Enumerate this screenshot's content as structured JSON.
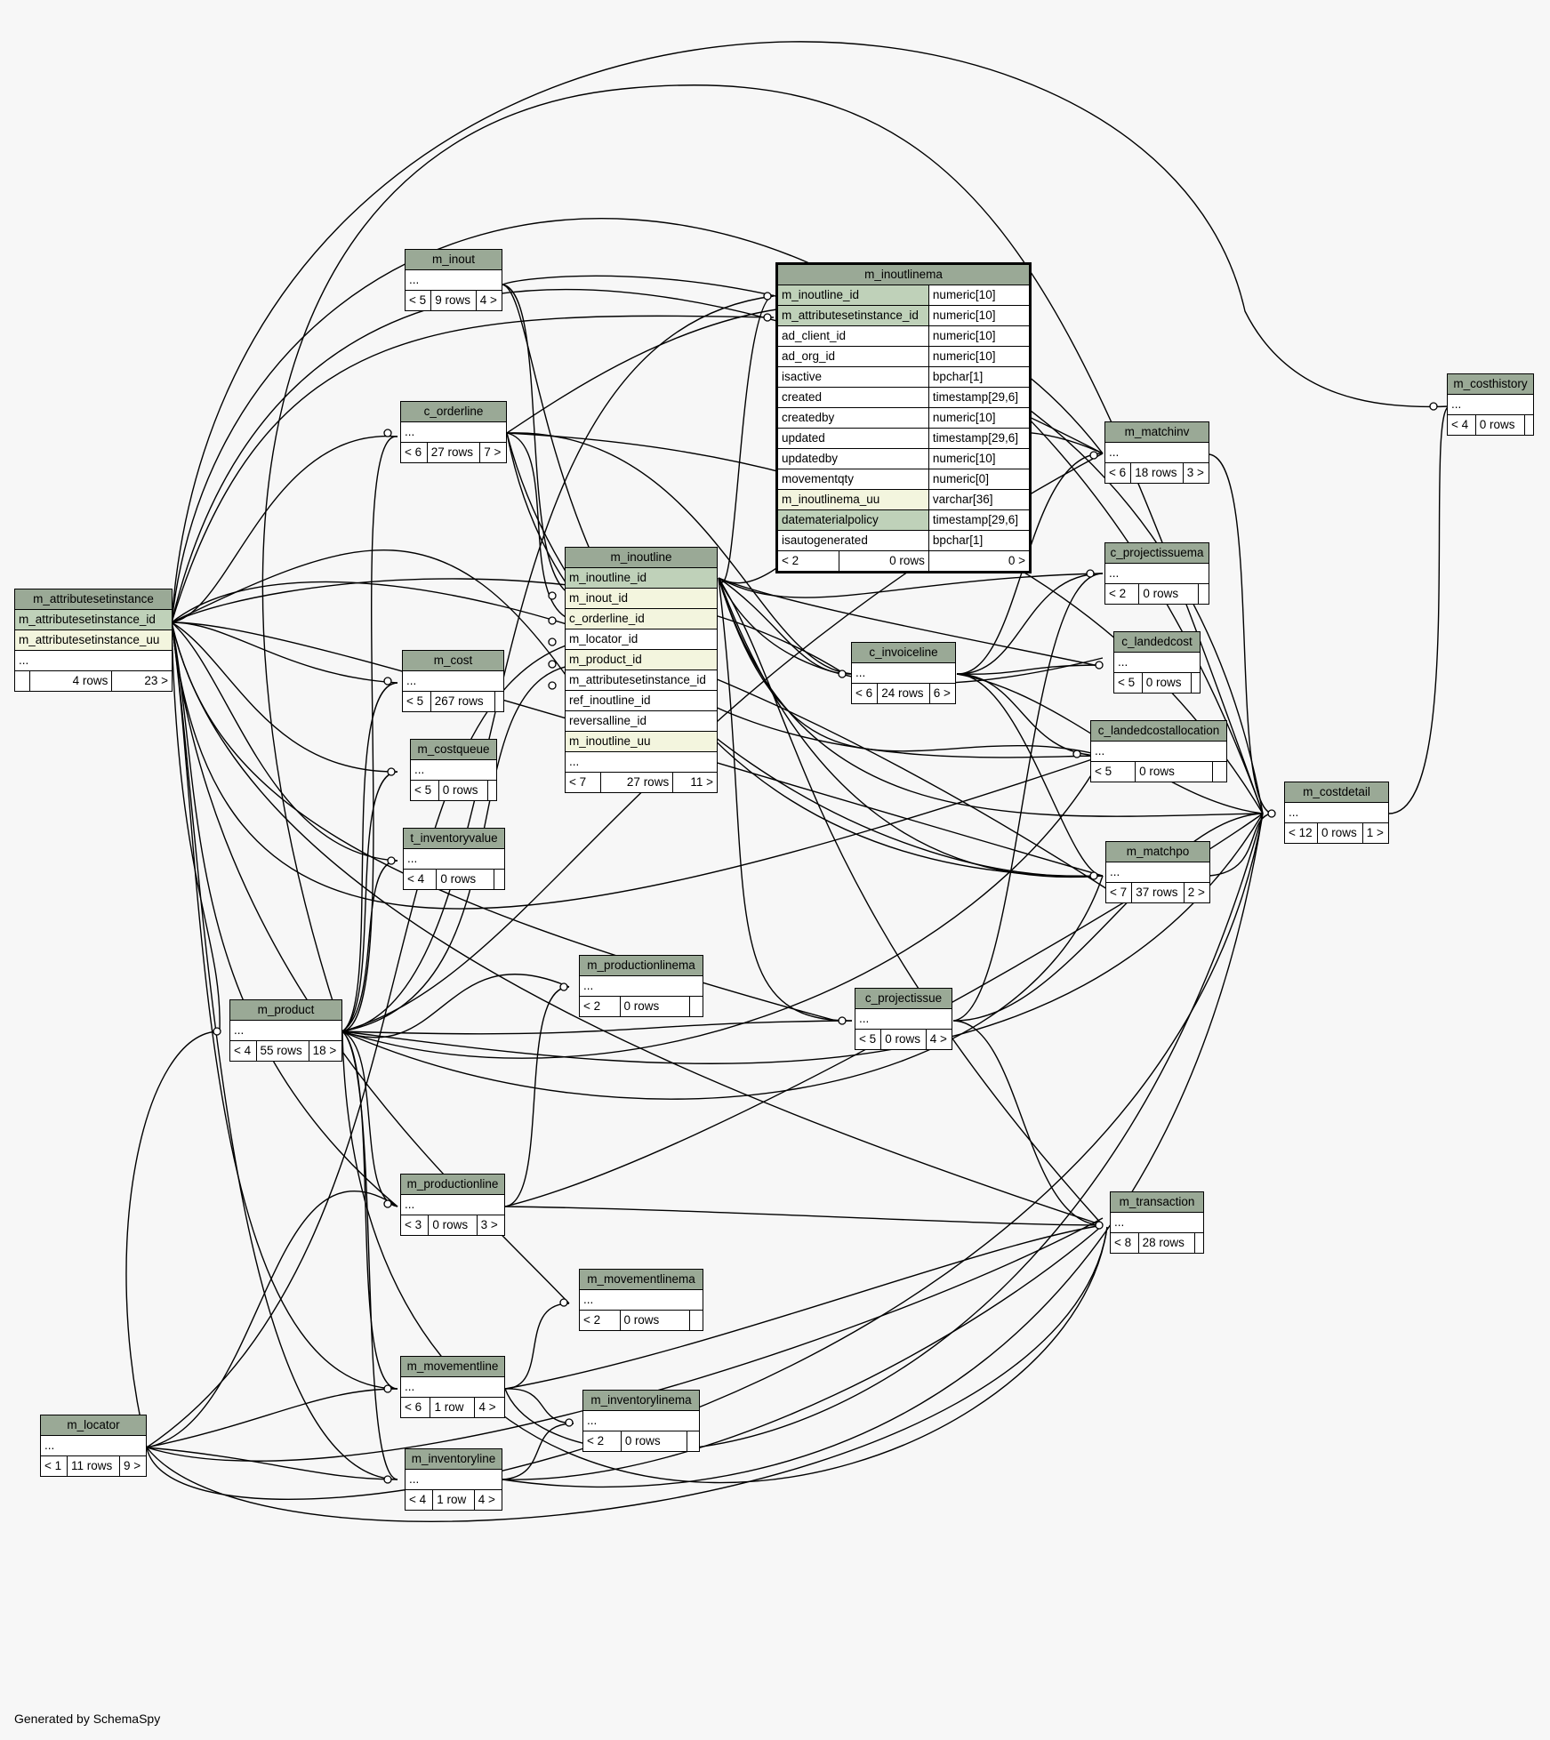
{
  "footer": "Generated by SchemaSpy",
  "tables": {
    "m_inoutlinema": {
      "name": "m_inoutlinema",
      "columns": [
        {
          "name": "m_inoutline_id",
          "type": "numeric[10]"
        },
        {
          "name": "m_attributesetinstance_id",
          "type": "numeric[10]"
        },
        {
          "name": "ad_client_id",
          "type": "numeric[10]"
        },
        {
          "name": "ad_org_id",
          "type": "numeric[10]"
        },
        {
          "name": "isactive",
          "type": "bpchar[1]"
        },
        {
          "name": "created",
          "type": "timestamp[29,6]"
        },
        {
          "name": "createdby",
          "type": "numeric[10]"
        },
        {
          "name": "updated",
          "type": "timestamp[29,6]"
        },
        {
          "name": "updatedby",
          "type": "numeric[10]"
        },
        {
          "name": "movementqty",
          "type": "numeric[0]"
        },
        {
          "name": "m_inoutlinema_uu",
          "type": "varchar[36]"
        },
        {
          "name": "datematerialpolicy",
          "type": "timestamp[29,6]"
        },
        {
          "name": "isautogenerated",
          "type": "bpchar[1]"
        }
      ],
      "footer": {
        "parents": "< 2",
        "rows": "0 rows",
        "children": "0 >"
      }
    },
    "m_inoutline": {
      "name": "m_inoutline",
      "columns": [
        "m_inoutline_id",
        "m_inout_id",
        "c_orderline_id",
        "m_locator_id",
        "m_product_id",
        "m_attributesetinstance_id",
        "ref_inoutline_id",
        "reversalline_id",
        "m_inoutline_uu",
        "..."
      ],
      "footer": {
        "parents": "< 7",
        "rows": "27 rows",
        "children": "11 >"
      }
    },
    "m_attributesetinstance": {
      "name": "m_attributesetinstance",
      "columns": [
        "m_attributesetinstance_id",
        "m_attributesetinstance_uu",
        "..."
      ],
      "footer": {
        "parents": "",
        "rows": "4 rows",
        "children": "23 >"
      }
    },
    "m_inout": {
      "name": "m_inout",
      "dots": "...",
      "footer": {
        "parents": "< 5",
        "rows": "9 rows",
        "children": "4 >"
      }
    },
    "c_orderline": {
      "name": "c_orderline",
      "dots": "...",
      "footer": {
        "parents": "< 6",
        "rows": "27 rows",
        "children": "7 >"
      }
    },
    "m_cost": {
      "name": "m_cost",
      "dots": "...",
      "footer": {
        "parents": "< 5",
        "rows": "267 rows",
        "children": ""
      }
    },
    "m_costqueue": {
      "name": "m_costqueue",
      "dots": "...",
      "footer": {
        "parents": "< 5",
        "rows": "0 rows",
        "children": ""
      }
    },
    "t_inventoryvalue": {
      "name": "t_inventoryvalue",
      "dots": "...",
      "footer": {
        "parents": "< 4",
        "rows": "0 rows",
        "children": ""
      }
    },
    "m_product": {
      "name": "m_product",
      "dots": "...",
      "footer": {
        "parents": "< 4",
        "rows": "55 rows",
        "children": "18 >"
      }
    },
    "m_productionline": {
      "name": "m_productionline",
      "dots": "...",
      "footer": {
        "parents": "< 3",
        "rows": "0 rows",
        "children": "3 >"
      }
    },
    "m_productionlinema": {
      "name": "m_productionlinema",
      "dots": "...",
      "footer": {
        "parents": "< 2",
        "rows": "0 rows",
        "children": ""
      }
    },
    "m_movementlinema": {
      "name": "m_movementlinema",
      "dots": "...",
      "footer": {
        "parents": "< 2",
        "rows": "0 rows",
        "children": ""
      }
    },
    "m_movementline": {
      "name": "m_movementline",
      "dots": "...",
      "footer": {
        "parents": "< 6",
        "rows": "1 row",
        "children": "4 >"
      }
    },
    "m_inventorylinema": {
      "name": "m_inventorylinema",
      "dots": "...",
      "footer": {
        "parents": "< 2",
        "rows": "0 rows",
        "children": ""
      }
    },
    "m_inventoryline": {
      "name": "m_inventoryline",
      "dots": "...",
      "footer": {
        "parents": "< 4",
        "rows": "1 row",
        "children": "4 >"
      }
    },
    "m_locator": {
      "name": "m_locator",
      "dots": "...",
      "footer": {
        "parents": "< 1",
        "rows": "11 rows",
        "children": "9 >"
      }
    },
    "c_invoiceline": {
      "name": "c_invoiceline",
      "dots": "...",
      "footer": {
        "parents": "< 6",
        "rows": "24 rows",
        "children": "6 >"
      }
    },
    "c_projectissue": {
      "name": "c_projectissue",
      "dots": "...",
      "footer": {
        "parents": "< 5",
        "rows": "0 rows",
        "children": "4 >"
      }
    },
    "m_matchinv": {
      "name": "m_matchinv",
      "dots": "...",
      "footer": {
        "parents": "< 6",
        "rows": "18 rows",
        "children": "3 >"
      }
    },
    "c_projectissuema": {
      "name": "c_projectissuema",
      "dots": "...",
      "footer": {
        "parents": "< 2",
        "rows": "0 rows",
        "children": ""
      }
    },
    "c_landedcost": {
      "name": "c_landedcost",
      "dots": "...",
      "footer": {
        "parents": "< 5",
        "rows": "0 rows",
        "children": ""
      }
    },
    "c_landedcostallocation": {
      "name": "c_landedcostallocation",
      "dots": "...",
      "footer": {
        "parents": "< 5",
        "rows": "0 rows",
        "children": ""
      }
    },
    "m_matchpo": {
      "name": "m_matchpo",
      "dots": "...",
      "footer": {
        "parents": "< 7",
        "rows": "37 rows",
        "children": "2 >"
      }
    },
    "m_transaction": {
      "name": "m_transaction",
      "dots": "...",
      "footer": {
        "parents": "< 8",
        "rows": "28 rows",
        "children": ""
      }
    },
    "m_costdetail": {
      "name": "m_costdetail",
      "dots": "...",
      "footer": {
        "parents": "< 12",
        "rows": "0 rows",
        "children": "1 >"
      }
    },
    "m_costhistory": {
      "name": "m_costhistory",
      "dots": "...",
      "footer": {
        "parents": "< 4",
        "rows": "0 rows",
        "children": ""
      }
    }
  }
}
